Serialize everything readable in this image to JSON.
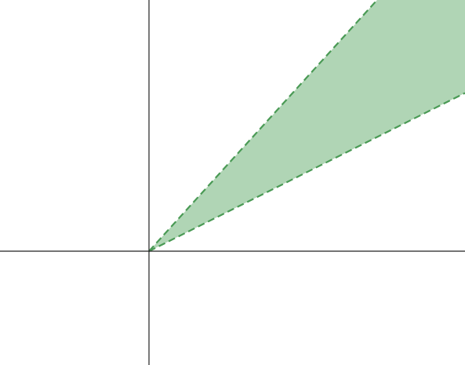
{
  "diagram": {
    "kind": "shaded wedge region between two dashed rays from the origin",
    "region": {
      "fill": "#b0d5b5",
      "boundary_color": "#4a9a55",
      "boundary_style": "dashed",
      "lower_ray_slope": 0.5,
      "upper_ray_slope": 1.1
    },
    "axes": {
      "color": "#222222",
      "show_ticks": false,
      "show_labels": false
    }
  }
}
